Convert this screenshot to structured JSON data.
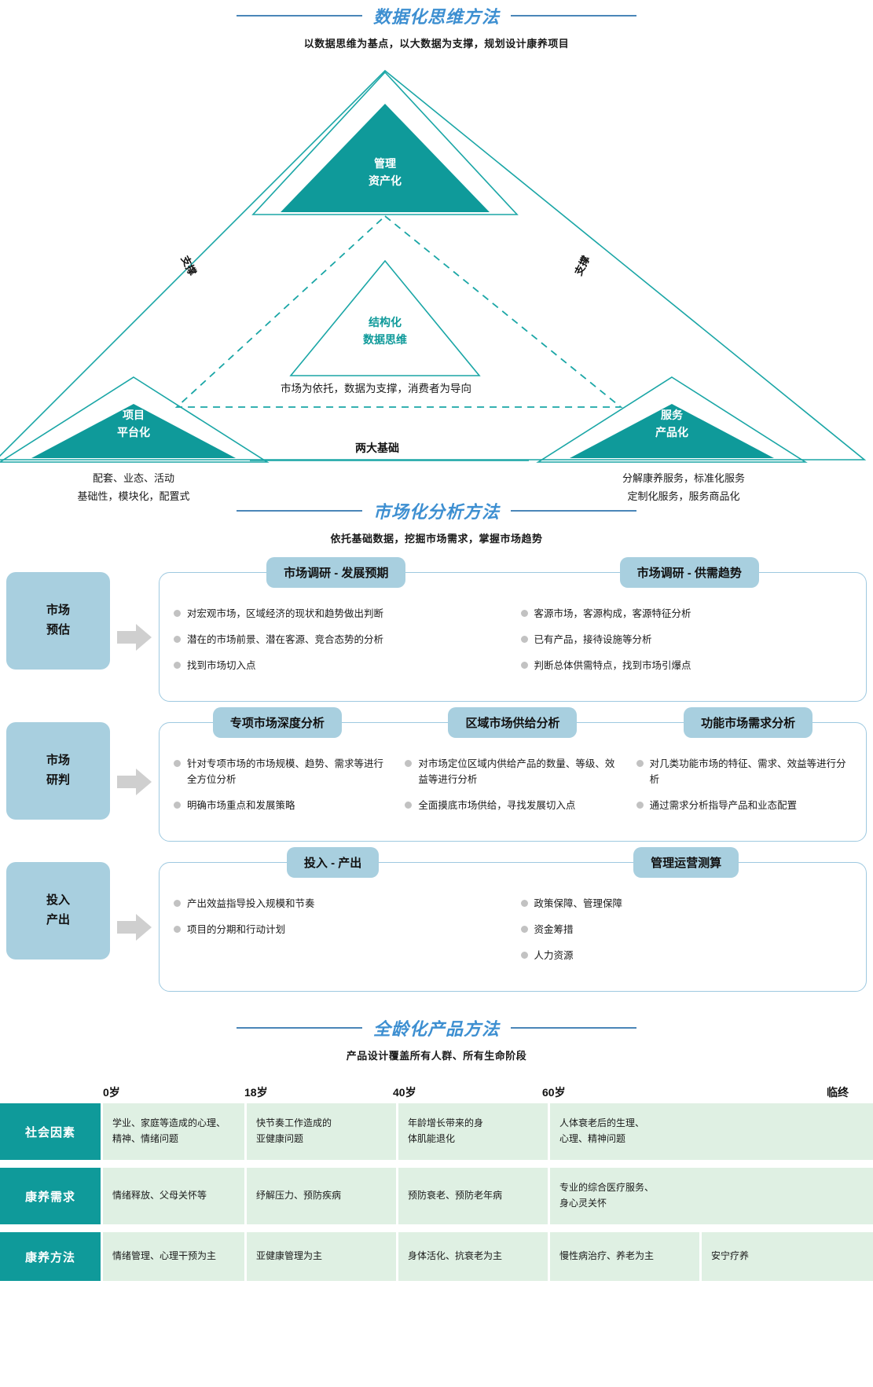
{
  "sections": {
    "s1": {
      "title": "数据化思维方法",
      "subtitle": "以数据思维为基点，以大数据为支撑，规划设计康养项目"
    },
    "s2": {
      "title": "市场化分析方法",
      "subtitle": "依托基础数据，挖掘市场需求，掌握市场趋势"
    },
    "s3": {
      "title": "全龄化产品方法",
      "subtitle": "产品设计覆盖所有人群、所有生命阶段"
    }
  },
  "triangle": {
    "top_label": "管理\n资产化",
    "left_label": "项目\n平台化",
    "right_label": "服务\n产品化",
    "center_label": "结构化\n数据思维",
    "center_note": "市场为依托，数据为支撑，消费者为导向",
    "support_left": "支撑",
    "support_right": "支撑",
    "base_label": "两大基础",
    "left_caption": "配套、业态、活动\n基础性，模块化，配置式",
    "right_caption": "分解康养服务，标准化服务\n定制化服务，服务商品化",
    "colors": {
      "teal": "#0f9a9a",
      "outline": "#1aa6a6"
    }
  },
  "market": {
    "rows": [
      {
        "stage": "市场\n预估",
        "chips": [
          "市场调研 - 发展预期",
          "市场调研 - 供需趋势"
        ],
        "columns": [
          [
            "对宏观市场，区域经济的现状和趋势做出判断",
            "潜在的市场前景、潜在客源、竞合态势的分析",
            "找到市场切入点"
          ],
          [
            "客源市场，客源构成，客源特征分析",
            "已有产品，接待设施等分析",
            "判断总体供需特点，找到市场引爆点"
          ]
        ]
      },
      {
        "stage": "市场\n研判",
        "chips": [
          "专项市场深度分析",
          "区域市场供给分析",
          "功能市场需求分析"
        ],
        "columns": [
          [
            "针对专项市场的市场规模、趋势、需求等进行全方位分析",
            "明确市场重点和发展策略"
          ],
          [
            "对市场定位区域内供给产品的数量、等级、效益等进行分析",
            "全面摸底市场供给，寻找发展切入点"
          ],
          [
            "对几类功能市场的特征、需求、效益等进行分析",
            "通过需求分析指导产品和业态配置"
          ]
        ]
      },
      {
        "stage": "投入\n产出",
        "chips": [
          "投入 - 产出",
          "管理运营测算"
        ],
        "columns": [
          [
            "产出效益指导投入规模和节奏",
            "项目的分期和行动计划"
          ],
          [
            "政策保障、管理保障",
            "资金筹措",
            "人力资源"
          ]
        ]
      }
    ]
  },
  "age_chart": {
    "ticks": [
      "0岁",
      "18岁",
      "40岁",
      "60岁",
      "临终"
    ],
    "rows": [
      {
        "label": "社会因素",
        "cells": [
          "学业、家庭等造成的心理、\n精神、情绪问题",
          "快节奏工作造成的\n亚健康问题",
          "年龄增长带来的身\n体肌能退化",
          "人体衰老后的生理、\n心理、精神问题"
        ]
      },
      {
        "label": "康养需求",
        "cells": [
          "情绪释放、父母关怀等",
          "纾解压力、预防疾病",
          "预防衰老、预防老年病",
          "专业的综合医疗服务、\n身心灵关怀"
        ]
      },
      {
        "label": "康养方法",
        "cells": [
          "情绪管理、心理干预为主",
          "亚健康管理为主",
          "身体活化、抗衰老为主",
          "慢性病治疗、养老为主",
          "安宁疗养"
        ]
      }
    ]
  }
}
